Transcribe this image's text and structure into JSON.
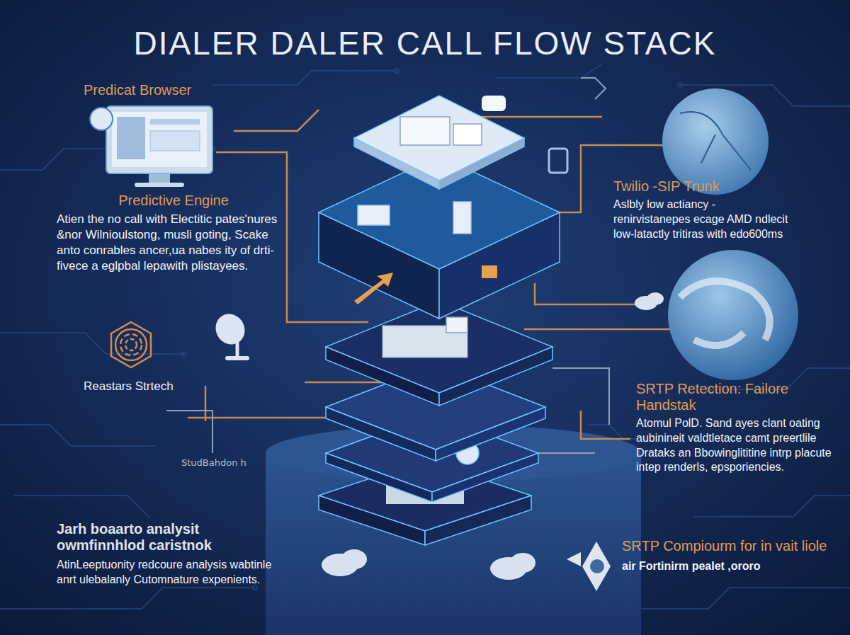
{
  "diagram": {
    "title": "DIALER DALER CALL FLOW STACK",
    "nodes": [
      {
        "text": [
          "Predicat Browser"
        ]
      },
      {
        "text": [
          "Predictive Engine",
          "Atien the no call with Electitic pates'nures &nor Wilnioulstong, musli goting, Scake anto conrables ancer,ua nabes ity of drti-fivece a eglpbal lepawith plistayees."
        ]
      },
      {
        "text": [
          "Reastars Strtech"
        ]
      },
      {
        "text": [
          "Jarh boaarto analysit owmfinnhlod caristnok",
          "AtinLeeptuonity redcoure analysis wabtinle anrt ulebalanly Cutomnature expenients."
        ]
      },
      {
        "text": [
          "Twilio -SIP Trunk",
          "Aslbly low actiancy -renirvistanepes ecage AMD ndlecit low-latactly tritiras with edo600ms"
        ]
      },
      {
        "text": [
          "SRTP Retection: Failore Handstak",
          "Atomul PolD. Sand ayes clant oating aubinineit valdtletace camt preertlile Drataks an Bbowinglititine intrp placute intep renderls, epsporiencies."
        ]
      },
      {
        "text": [
          "SRTP Compiourm for in vait liole",
          "air Fortinirm pealet ,ororo"
        ]
      }
    ],
    "labels": [
      "StudBahdon h"
    ]
  }
}
